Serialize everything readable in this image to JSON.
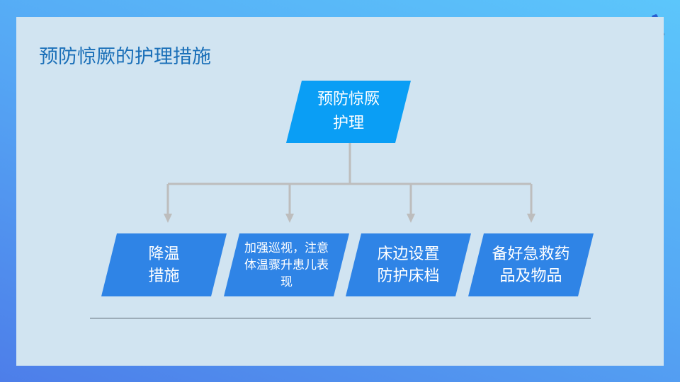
{
  "title": "预防惊厥的护理措施",
  "root": "预防惊厥\n护理",
  "children": [
    {
      "label": "降温\n措施"
    },
    {
      "label": "加强巡视，注意\n体温骤升患儿表\n现"
    },
    {
      "label": "床边设置\n防护床档"
    },
    {
      "label": "备好急救药\n品及物品"
    }
  ],
  "colors": {
    "root": "#0a9ef5",
    "child": "#2f84e6",
    "panel": "#d1e4f1",
    "title": "#1a6fb8"
  }
}
